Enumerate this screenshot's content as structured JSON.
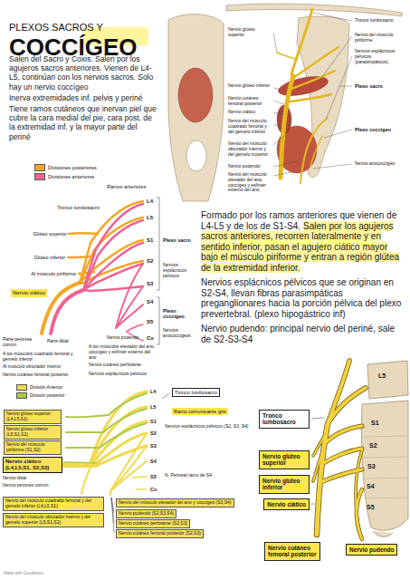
{
  "diagram": {
    "title": "PLEXOS SACROS Y COCCÍGEO",
    "nodes": [
      {
        "text": [
          "Nervio ciático"
        ]
      },
      {
        "text": [
          "Tronco lumbosacro"
        ]
      },
      {
        "text": [
          "Ramo comunicante gris"
        ]
      },
      {
        "text": [
          "Nervio glúteo superior (L4,L5,S1)"
        ]
      },
      {
        "text": [
          "Nervio glúteo inferior (L5,S1,S2)"
        ]
      },
      {
        "text": [
          "Nervio del músculo piriforme (S1,S2)"
        ]
      },
      {
        "text": [
          "Nervio ciático (L4,L5,S1, S2,S3)"
        ]
      },
      {
        "text": [
          "Nervio del músculo cuadrado femoral y del gemelo inferior (L4,L5,S1)"
        ]
      },
      {
        "text": [
          "Nervio del músculo elevador del ano y coccígeo (S3,S4)"
        ]
      },
      {
        "text": [
          "Nervio pudendo (S2,S3,S4)"
        ]
      },
      {
        "text": [
          "Nervio del músculo obturador interno y del gemelo superior (L5,S1,S2)"
        ]
      },
      {
        "text": [
          "Nervio cutáneo perforante (S2,S3)"
        ]
      },
      {
        "text": [
          "Nervio cutáneo femoral posterior (S2,S3)"
        ]
      },
      {
        "text": [
          "Tronco lumbosacro"
        ]
      },
      {
        "text": [
          "Nervio glúteo superior"
        ]
      },
      {
        "text": [
          "Nervio glúteo inferior"
        ]
      },
      {
        "text": [
          "Nervio ciático"
        ]
      },
      {
        "text": [
          "Nervio cutáneo femoral posterior"
        ]
      },
      {
        "text": [
          "Nervio pudendo"
        ]
      }
    ],
    "labels": [
      "Salen del Sacro y Coxis. Salen por los agujeros sacros anteriores. Vienen de L4-L5, continúan con los nervios sacros. Solo hay un nervio coccígeo",
      "Inerva extremidades inf. pelvis y periné",
      "Tiene ramos cutáneos que inervan piel que cubre la cara medial del pie, cara post. de la extremidad inf. y la mayor parte del periné",
      "Nervio glúteo superior",
      "Tronco lumbosacro",
      "Nervio del músculo piriforme",
      "Nervios esplácnicos pélvicos (parasimpáticos)",
      "Plexo sacro",
      "Nervio glúteo inferior",
      "Nervio cutáneo femoral posterior",
      "Nervio ciático",
      "Plexo coccígeo",
      "Nervio del músculo cuadrado femoral y del gemelo inferior",
      "Nervio del músculo obturador interno y del gemelo superior",
      "Nervio anococcígeo",
      "Nervio pudendo",
      "Nervio del músculo elevador del ano, coccígeo y esfínter externo del ano",
      "Ramos anteriores",
      "Tronco lumbosacro",
      "L4",
      "L5",
      "S1",
      "S2",
      "S3",
      "S4",
      "S5",
      "Co",
      "Glúteo superior",
      "Glúteo inferior",
      "Al músculo piriforme",
      "Plexo sacro",
      "Nervios esplácnicos pélvicos",
      "Plexo coccígeo",
      "Nervios anococcígeos",
      "Parte peronea común",
      "Parte tibial",
      "Nervio pudendo",
      "A los músculos cuadrado femoral y gemelo inferior",
      "A los músculos elevador del ano, coccígeo y esfínter externo del ano",
      "Al músculo obturador interno",
      "Nervio cutáneo perforante",
      "Nervio cutáneo femoral posterior",
      "Nervios esplácnicos pélvicos",
      "Formado por los ramos anteriores que vienen de L4-L5 y de los de S1-S4.",
      "Salen por los agujeros sacros anteriores, recorren lateralmente y en sentido inferior, pasan el agujero ciático mayor bajo el músculo piriforme y entran a región glútea de la extremidad inferior.",
      "Nervios esplácnicos pélvicos que se originan en S2-S4, llevan fibras parasimpáticas preganglionares hacia la porción pélvica del plexo prevertebral. (plexo hipogástrico inf)",
      "Nervio pudendo: principal nervio del periné, sale de S2-S3-S4",
      "L4",
      "L5",
      "S1",
      "S2",
      "S3",
      "S4",
      "S5",
      "Co",
      "Nervios esplácnicos pélvicos (S2, S3, S4)",
      "Nervio tibial",
      "Nervio peroneo común",
      "N. Perineal ramo de S4",
      "L5",
      "S1",
      "S2",
      "S3",
      "S4",
      "S5",
      "Made with Goodnotes"
    ],
    "legend": [
      {
        "text": "Divisiones posteriores",
        "color": "#f5a623"
      },
      {
        "text": "Divisiones anteriores",
        "color": "#f06292"
      },
      {
        "text": "División Anterior",
        "color": "#f2d94e"
      },
      {
        "text": "División posterior",
        "color": "#a8cc4a"
      }
    ]
  }
}
